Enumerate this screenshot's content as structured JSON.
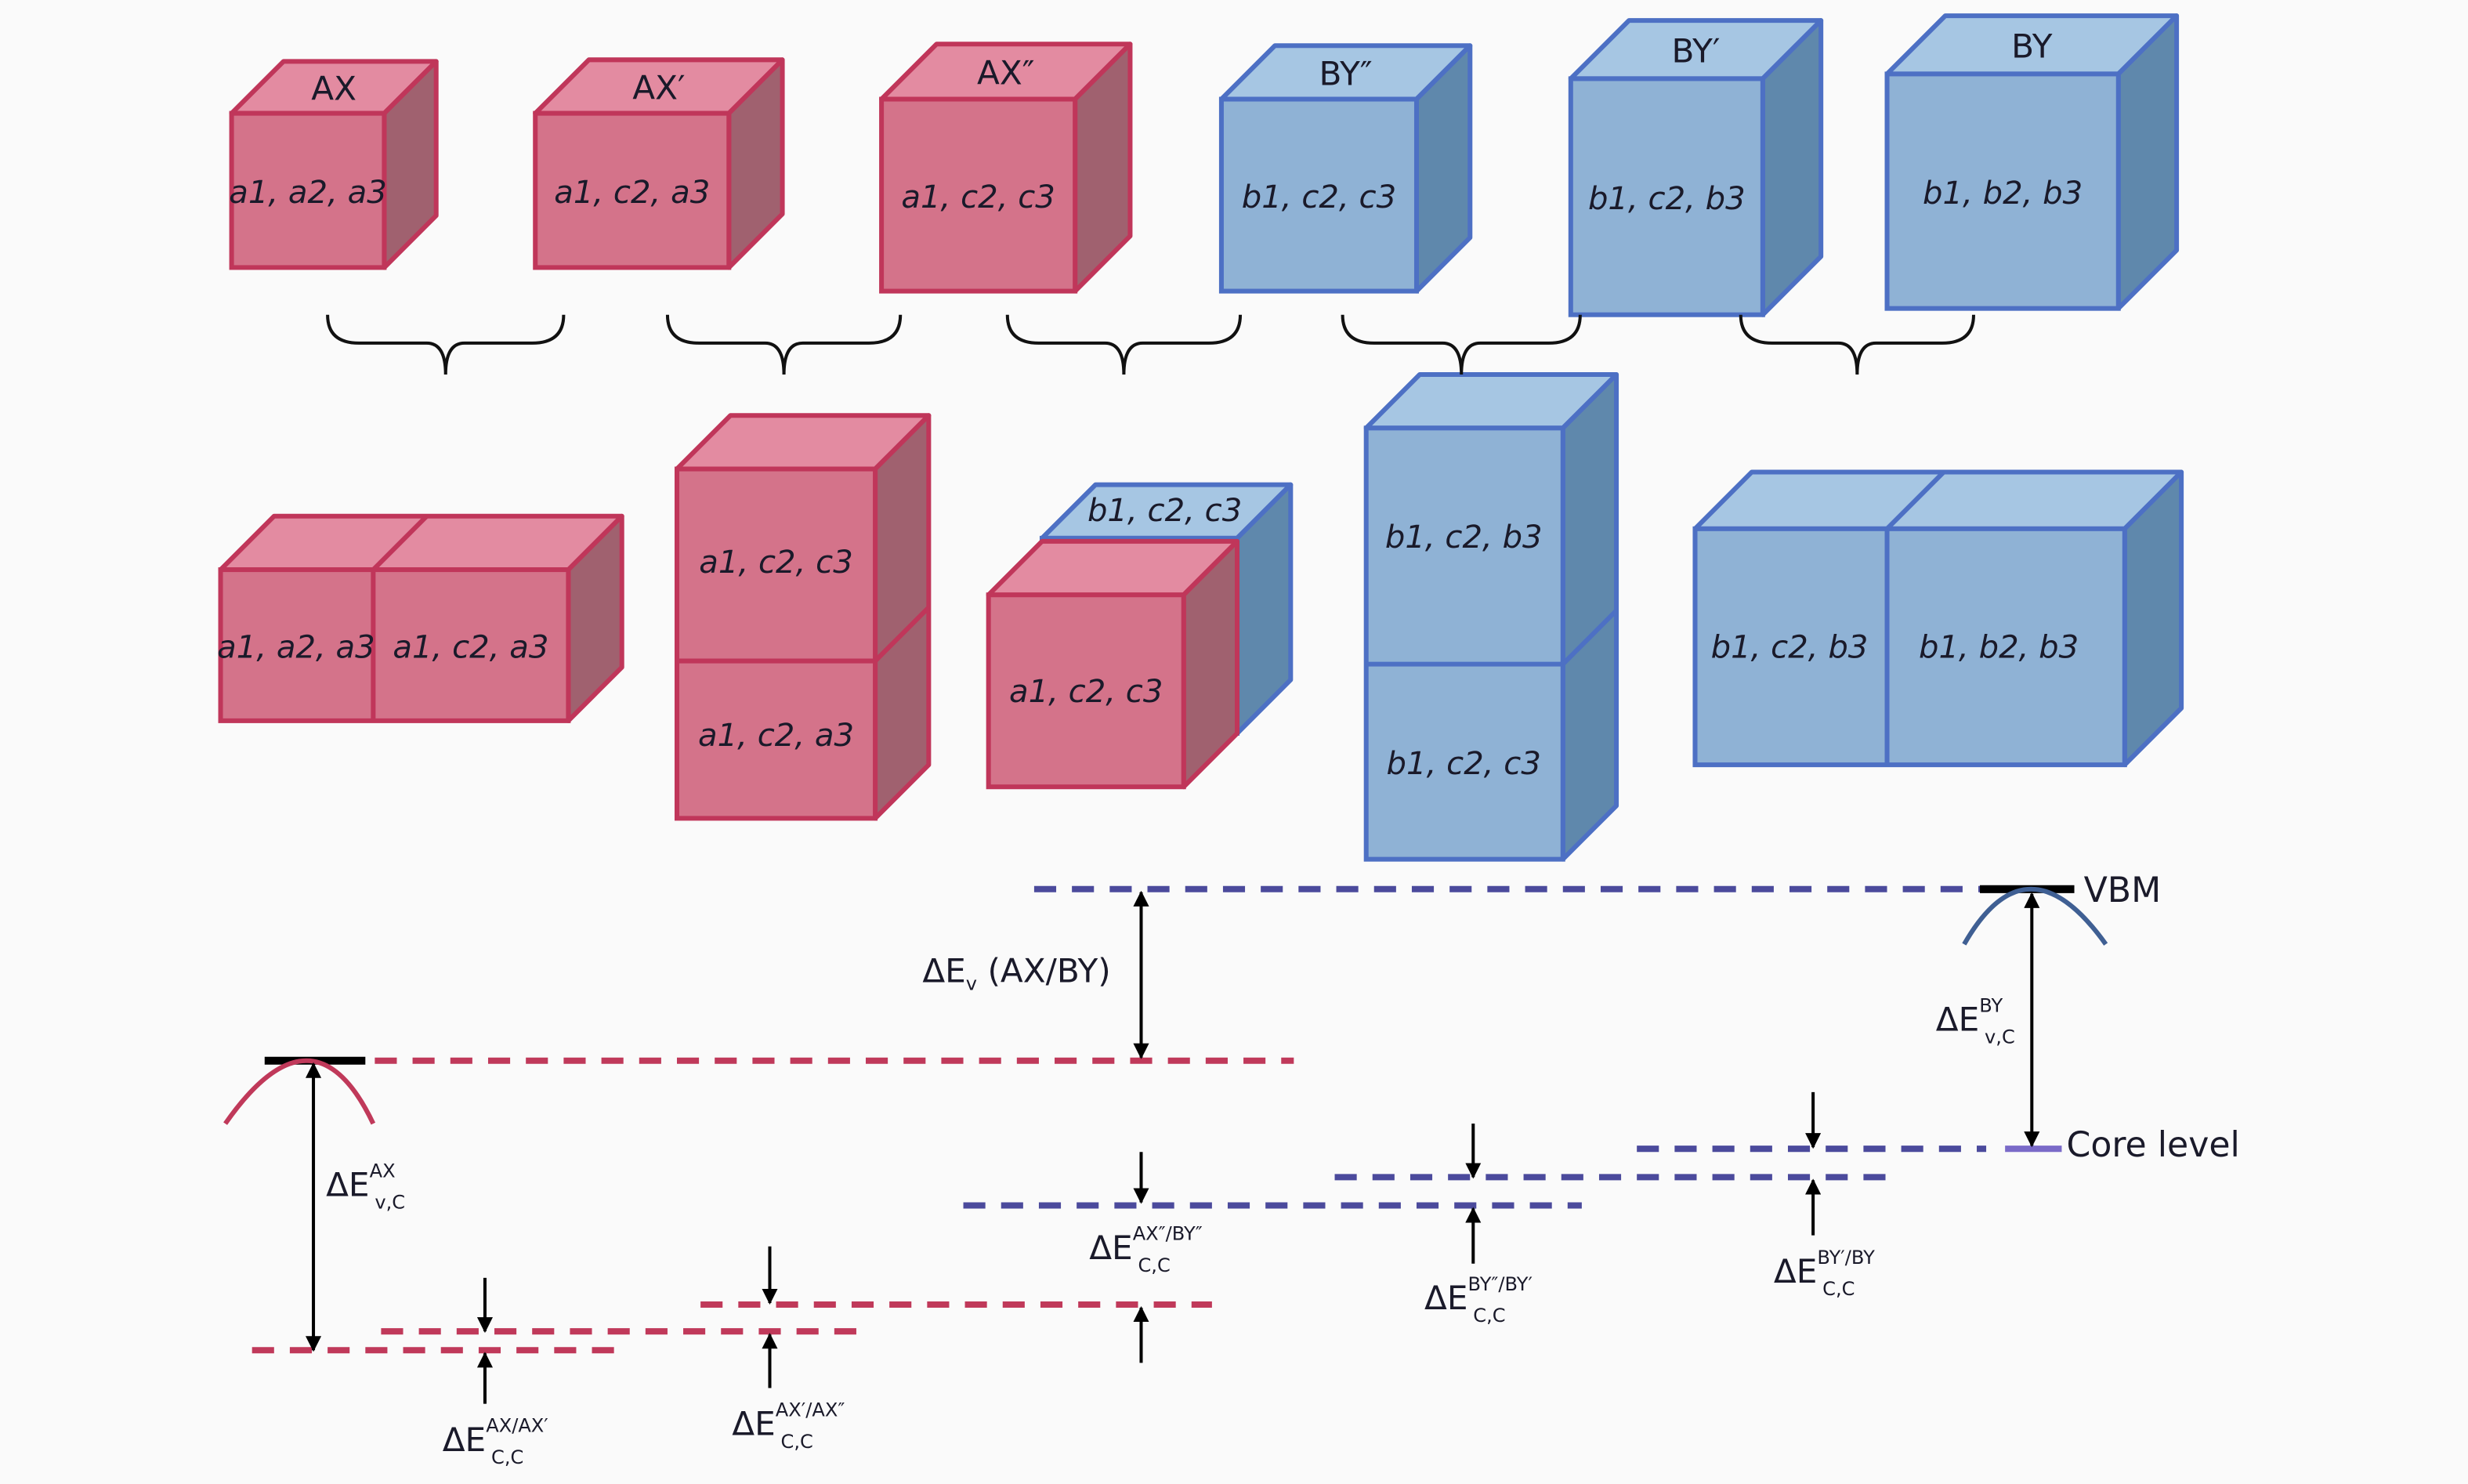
{
  "colors": {
    "red_front": "#d4738a",
    "red_top": "#e38ba1",
    "red_side": "#a0616f",
    "red_stroke": "#c0365a",
    "blue_front": "#8fb2d5",
    "blue_top": "#a6c6e3",
    "blue_side": "#5f88ac",
    "blue_stroke": "#4d70c4",
    "red_level": "#c0395a",
    "blue_level": "#4b4a9c",
    "arrow": "#000000"
  },
  "top_row": [
    {
      "name": "AX",
      "label": "a1, a2, a3",
      "material": "red"
    },
    {
      "name": "AX′",
      "label": "a1, c2, a3",
      "material": "red"
    },
    {
      "name": "AX″",
      "label": "a1, c2, c3",
      "material": "red"
    },
    {
      "name": "BY″",
      "label": "b1, c2, c3",
      "material": "blue"
    },
    {
      "name": "BY′",
      "label": "b1, c2, b3",
      "material": "blue"
    },
    {
      "name": "BY",
      "label": "b1, b2, b3",
      "material": "blue"
    }
  ],
  "heterostructures": [
    {
      "cells": [
        "a1, a2, a3",
        "a1, c2, a3"
      ]
    },
    {
      "cells": [
        "a1, c2, c3",
        "a1, c2, a3"
      ]
    },
    {
      "cells": [
        "b1, c2, c3",
        "a1, c2, c3"
      ]
    },
    {
      "cells": [
        "b1, c2, b3",
        "b1, c2, c3"
      ]
    },
    {
      "cells": [
        "b1, c2, b3",
        "b1, b2, b3"
      ]
    }
  ],
  "energy": {
    "vbm_label": "VBM",
    "core_label": "Core level",
    "dEv": {
      "main": "ΔE",
      "sub": "v",
      "rest": " (AX/BY)"
    },
    "dEvc_AX": {
      "main": "ΔE",
      "sup": "AX",
      "sub": "v,C"
    },
    "dEvc_BY": {
      "main": "ΔE",
      "sup": "BY",
      "sub": "v,C"
    },
    "dEcc_AX_AXp": {
      "main": "ΔE",
      "sup": "AX/AX′",
      "sub": "C,C"
    },
    "dEcc_AXp_AXpp": {
      "main": "ΔE",
      "sup": "AX′/AX″",
      "sub": "C,C"
    },
    "dEcc_AXpp_BYpp": {
      "main": "ΔE",
      "sup": "AX″/BY″",
      "sub": "C,C"
    },
    "dEcc_BYpp_BYp": {
      "main": "ΔE",
      "sup": "BY″/BY′",
      "sub": "C,C"
    },
    "dEcc_BYp_BY": {
      "main": "ΔE",
      "sup": "BY′/BY",
      "sub": "C,C"
    }
  }
}
